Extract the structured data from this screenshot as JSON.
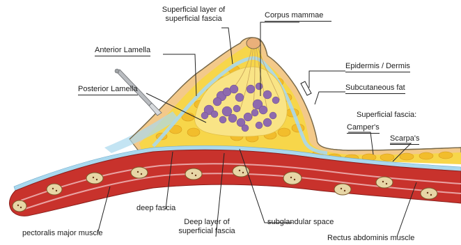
{
  "labels": {
    "superficial_layer": "Superficial layer of superficial fascia",
    "corpus_mammae": "Corpus mammae",
    "anterior_lamella": "Anterior Lamella",
    "epidermis_dermis": "Epidermis / Dermis",
    "posterior_lamella": "Posterior Lamella",
    "subcutaneous_fat": "Subcutaneous fat",
    "superficial_fascia": "Superficial fascia:",
    "campers": "Camper's",
    "scarpas": "Scarpa's",
    "deep_fascia": "deep fascia",
    "deep_layer": "Deep layer of superficial fascia",
    "subglandular_space": "subglandular space",
    "pectoralis_major": "pectoralis major muscle",
    "rectus_abdominis": "Rectus abdominis muscle"
  },
  "colors": {
    "skin": "#f3c98a",
    "skin_outline": "#7a6a4a",
    "fat": "#f7d64a",
    "fat_lobule": "#f2bd2c",
    "fascia_blue": "#a9d8ee",
    "gland_purple": "#8e6aae",
    "muscle_red": "#c8322c",
    "muscle_stripe": "#e9a3a3",
    "muscle_oval": "#e7d6a6",
    "leader_line": "#222222",
    "instrument": "#b9bcc0"
  }
}
